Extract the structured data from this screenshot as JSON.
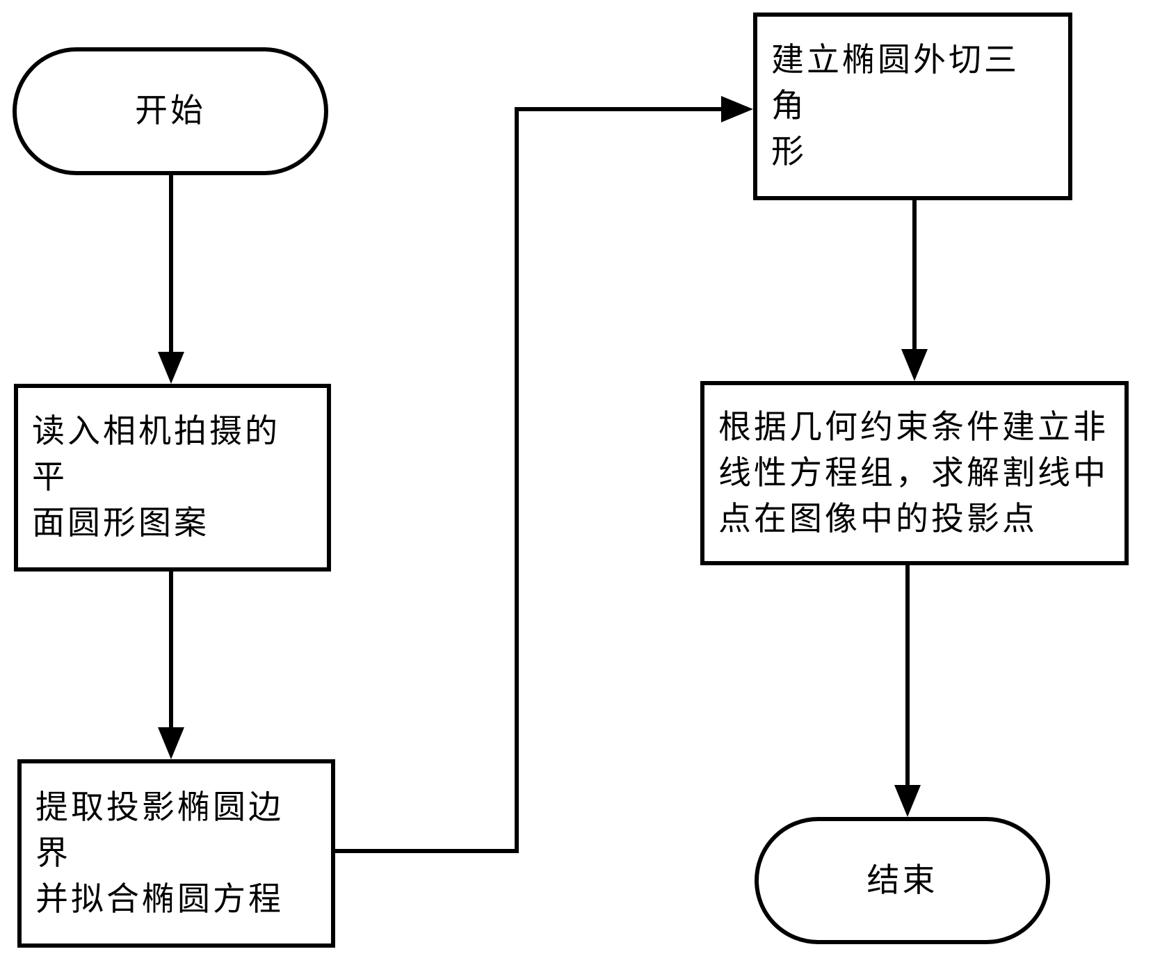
{
  "page": {
    "background_color": "#ffffff"
  },
  "diagram": {
    "type": "flowchart",
    "language": "zh-CN",
    "colors": {
      "stroke": "#000000",
      "fill": "#ffffff",
      "text": "#000000"
    },
    "nodes": [
      {
        "id": "start",
        "shape": "terminator",
        "label": "开始"
      },
      {
        "id": "read-image",
        "shape": "process",
        "label": "读入相机拍摄的平\n面圆形图案"
      },
      {
        "id": "fit-ellipse",
        "shape": "process",
        "label": "提取投影椭圆边界\n并拟合椭圆方程"
      },
      {
        "id": "circumscribed-triangle",
        "shape": "process",
        "label": "建立椭圆外切三角\n形"
      },
      {
        "id": "solve-projection",
        "shape": "process",
        "label": "根据几何约束条件建立非\n线性方程组，求解割线中\n点在图像中的投影点"
      },
      {
        "id": "end",
        "shape": "terminator",
        "label": "结束"
      }
    ],
    "edges": [
      {
        "from": "start",
        "to": "read-image",
        "style": "straight-down-arrow"
      },
      {
        "from": "read-image",
        "to": "fit-ellipse",
        "style": "straight-down-arrow"
      },
      {
        "from": "fit-ellipse",
        "to": "circumscribed-triangle",
        "style": "right-up-right-elbow-arrow"
      },
      {
        "from": "circumscribed-triangle",
        "to": "solve-projection",
        "style": "straight-down-arrow"
      },
      {
        "from": "solve-projection",
        "to": "end",
        "style": "straight-down-arrow"
      }
    ]
  }
}
